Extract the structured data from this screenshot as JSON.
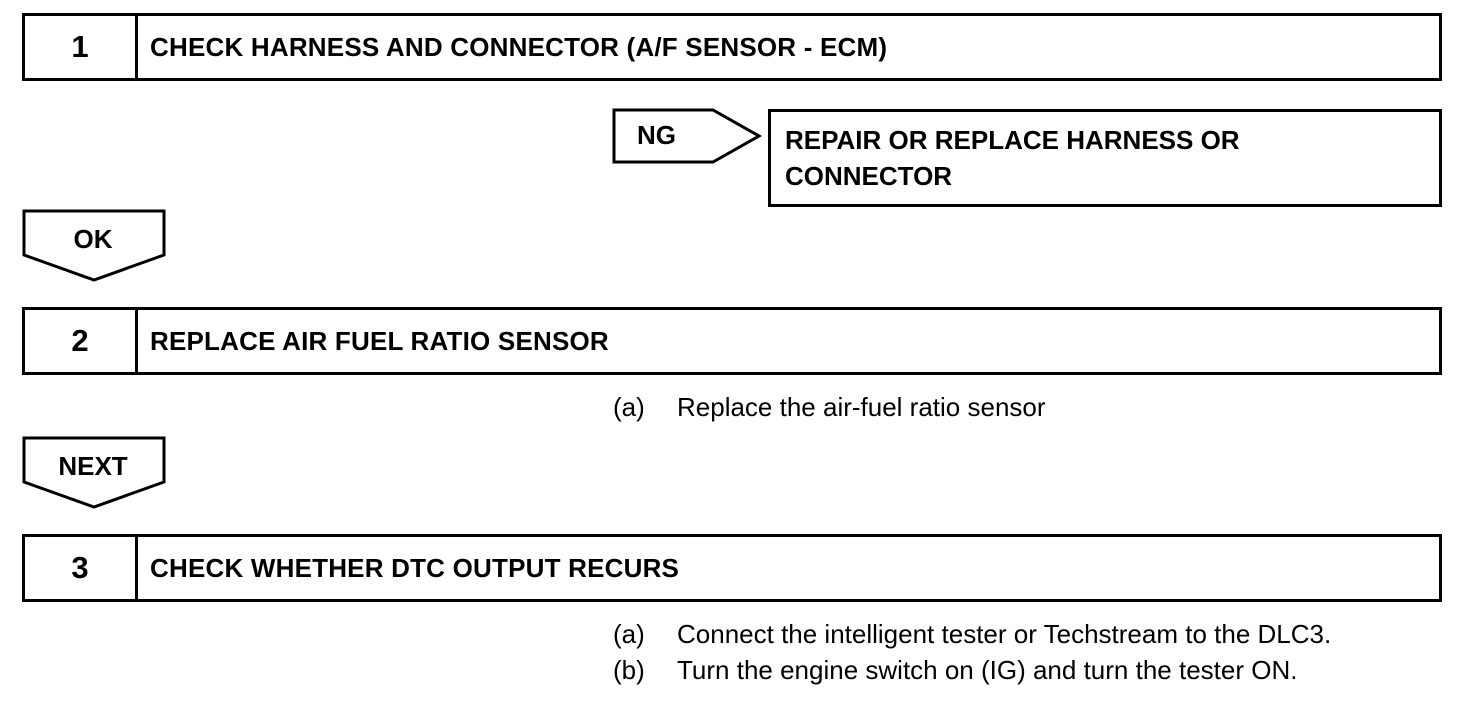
{
  "steps": [
    {
      "number": "1",
      "title": "CHECK HARNESS AND CONNECTOR (A/F SENSOR - ECM)"
    },
    {
      "number": "2",
      "title": "REPLACE AIR FUEL RATIO SENSOR"
    },
    {
      "number": "3",
      "title": "CHECK WHETHER DTC OUTPUT RECURS"
    }
  ],
  "ng_branch": {
    "label": "NG",
    "action_line1": "REPAIR OR REPLACE HARNESS OR",
    "action_line2": "CONNECTOR"
  },
  "flow_arrows": {
    "ok": "OK",
    "next": "NEXT"
  },
  "instructions": {
    "step2": [
      {
        "mark": "(a)",
        "text": "Replace the air-fuel ratio sensor"
      }
    ],
    "step3": [
      {
        "mark": "(a)",
        "text": "Connect the intelligent tester or Techstream to the DLC3."
      },
      {
        "mark": "(b)",
        "text": "Turn the engine switch on (IG) and turn the tester ON."
      }
    ]
  }
}
